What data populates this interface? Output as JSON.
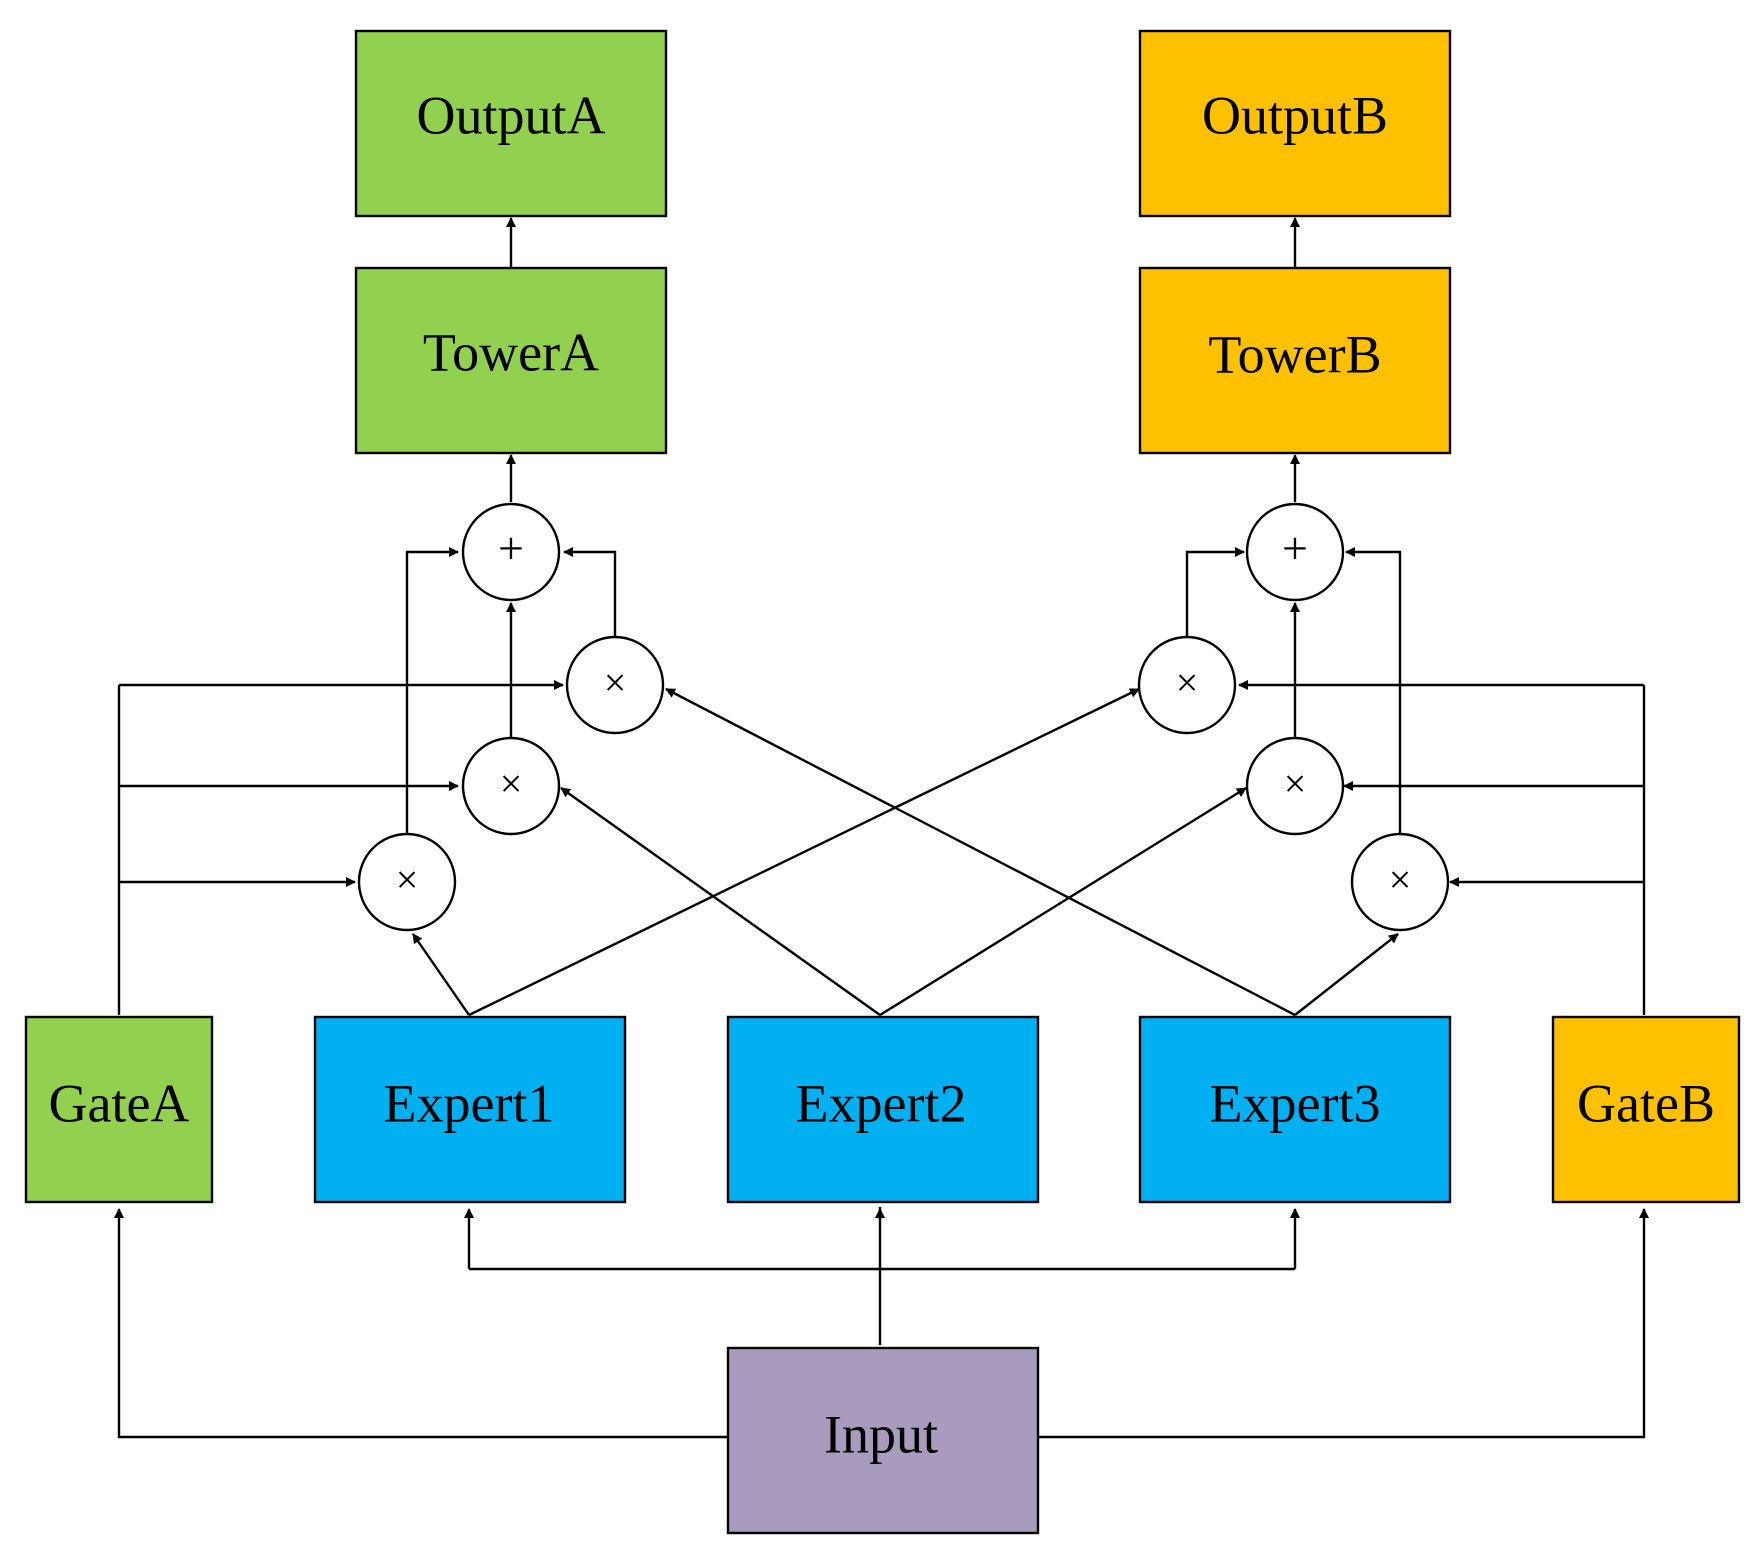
{
  "colors": {
    "task_a": "#92D050",
    "task_b": "#FFC000",
    "expert": "#00B0F0",
    "input": "#A99BBD",
    "line": "#000000"
  },
  "nodes": {
    "output_a": "OutputA",
    "output_b": "OutputB",
    "tower_a": "TowerA",
    "tower_b": "TowerB",
    "gate_a": "GateA",
    "gate_b": "GateB",
    "expert1": "Expert1",
    "expert2": "Expert2",
    "expert3": "Expert3",
    "input": "Input"
  },
  "operators": {
    "sum": "+",
    "multiply": "×"
  }
}
